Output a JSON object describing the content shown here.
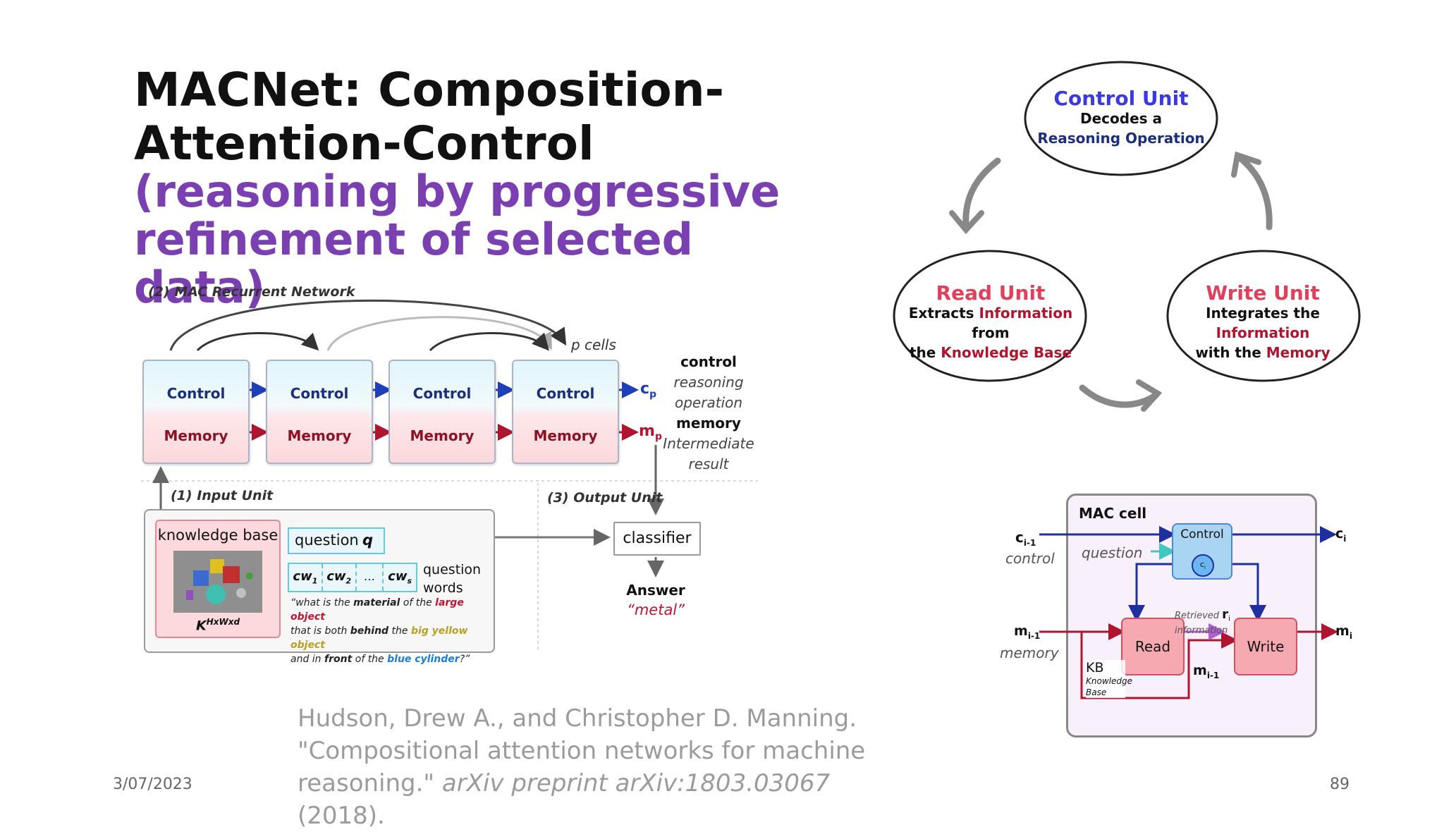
{
  "slide": {
    "title": "MACNet: Composition-Attention-Control",
    "subtitle": "(reasoning by progressive refinement of selected data)",
    "date": "3/07/2023",
    "page_number": "89",
    "citation": {
      "plain": "Hudson, Drew A., and Christopher D. Manning. \"Compositional attention networks for machine reasoning.\"",
      "italic": "arXiv preprint arXiv:1803.03067",
      "tail": "(2018)."
    }
  },
  "mac_network": {
    "recurrent_label": "(2) MAC Recurrent Network",
    "p_cells": "p cells",
    "cells": [
      {
        "control": "Control",
        "memory": "Memory"
      },
      {
        "control": "Control",
        "memory": "Memory"
      },
      {
        "control": "Control",
        "memory": "Memory"
      },
      {
        "control": "Control",
        "memory": "Memory"
      }
    ],
    "cp": "c",
    "cp_sub": "p",
    "mp": "m",
    "mp_sub": "p",
    "control_title": "control",
    "control_desc_1": "reasoning",
    "control_desc_2": "operation",
    "memory_title": "memory",
    "memory_desc_1": "Intermediate",
    "memory_desc_2": "result",
    "input_unit": "(1) Input Unit",
    "output_unit": "(3) Output Unit",
    "knowledge_base": "knowledge base",
    "kb_tensor": "K",
    "kb_tensor_sup": "HxWxd",
    "question": "question",
    "question_var": "q",
    "words": [
      "cw",
      "cw",
      "…",
      "cw"
    ],
    "word_subs": [
      "1",
      "2",
      "",
      "s"
    ],
    "question_words_1": "question",
    "question_words_2": "words",
    "example_q_line1_a": "“what is the ",
    "example_q_line1_b": "material",
    "example_q_line1_c": " of the ",
    "example_q_line1_d": "large object",
    "example_q_line2_a": "that is both ",
    "example_q_line2_b": "behind",
    "example_q_line2_c": " the ",
    "example_q_line2_d": "big yellow object",
    "example_q_line3_a": "and in ",
    "example_q_line3_b": "front",
    "example_q_line3_c": " of the ",
    "example_q_line3_d": "blue cylinder",
    "example_q_line3_e": "?”",
    "classifier": "classifier",
    "answer_label": "Answer",
    "answer_value": "“metal”"
  },
  "cycle": {
    "control_unit": {
      "title": "Control Unit",
      "line1": "Decodes a",
      "line2": "Reasoning Operation"
    },
    "read_unit": {
      "title": "Read Unit",
      "l1a": "Extracts ",
      "l1b": "Information",
      "l1c": " from",
      "l2a": "the ",
      "l2b": "Knowledge Base"
    },
    "write_unit": {
      "title": "Write Unit",
      "l1a": "Integrates the ",
      "l1b": "Information",
      "l2a": "with the ",
      "l2b": "Memory"
    }
  },
  "mac_cell": {
    "title": "MAC cell",
    "c_in": "c",
    "c_in_sub": "i-1",
    "control_word": "control",
    "question_word": "question",
    "control_box": "Control",
    "ci_small": "c",
    "ci_small_sub": "i",
    "c_out": "c",
    "c_out_sub": "i",
    "m_in": "m",
    "m_in_sub": "i-1",
    "memory_word": "memory",
    "read": "Read",
    "write": "Write",
    "retrieved_1": "Retrieved",
    "retrieved_2": "information",
    "r": "r",
    "r_sub": "i",
    "m_prev": "m",
    "m_prev_sub": "i-1",
    "m_out": "m",
    "m_out_sub": "i",
    "kb": "KB",
    "kb_desc_1": "Knowledge",
    "kb_desc_2": "Base"
  },
  "colors": {
    "purple": "#7a3fb0",
    "control_blue": "#1b2f7a",
    "memory_red": "#8e1226",
    "unit_red": "#e0405a",
    "unit_blue": "#3a3ae0"
  }
}
